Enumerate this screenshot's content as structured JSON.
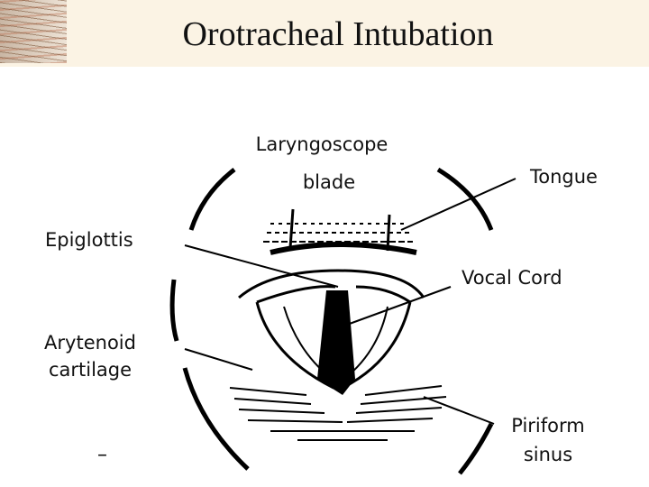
{
  "slide": {
    "title": "Orotracheal Intubation"
  },
  "diagram": {
    "labels": {
      "laryngoscope_line1": "Laryngoscope",
      "laryngoscope_line2": "blade",
      "tongue": "Tongue",
      "epiglottis": "Epiglottis",
      "vocal_cord": "Vocal Cord",
      "arytenoid_line1": "Arytenoid",
      "arytenoid_line2": "cartilage",
      "piriform_line1": "Piriform",
      "piriform_line2": "sinus"
    },
    "stray_mark": "–"
  }
}
